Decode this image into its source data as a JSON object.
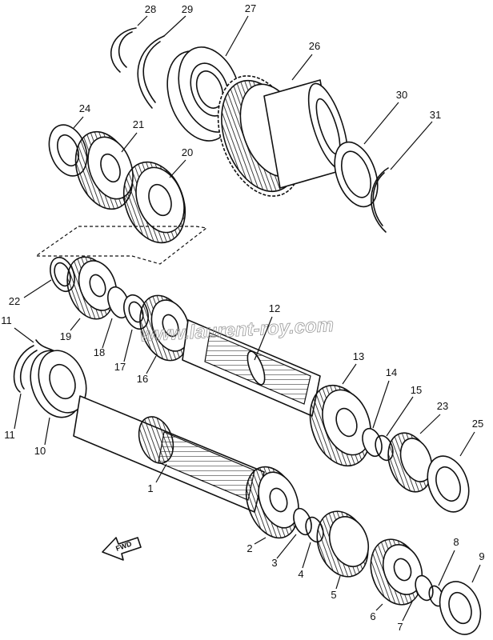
{
  "parts": [
    {
      "id": "p1",
      "label": "1"
    },
    {
      "id": "p2",
      "label": "2"
    },
    {
      "id": "p3",
      "label": "3"
    },
    {
      "id": "p4",
      "label": "4"
    },
    {
      "id": "p5",
      "label": "5"
    },
    {
      "id": "p6",
      "label": "6"
    },
    {
      "id": "p7",
      "label": "7"
    },
    {
      "id": "p8",
      "label": "8"
    },
    {
      "id": "p9",
      "label": "9"
    },
    {
      "id": "p10",
      "label": "10"
    },
    {
      "id": "p11a",
      "label": "11"
    },
    {
      "id": "p11b",
      "label": "11"
    },
    {
      "id": "p12",
      "label": "12"
    },
    {
      "id": "p13",
      "label": "13"
    },
    {
      "id": "p14",
      "label": "14"
    },
    {
      "id": "p15",
      "label": "15"
    },
    {
      "id": "p16",
      "label": "16"
    },
    {
      "id": "p17",
      "label": "17"
    },
    {
      "id": "p18",
      "label": "18"
    },
    {
      "id": "p19",
      "label": "19"
    },
    {
      "id": "p20",
      "label": "20"
    },
    {
      "id": "p21",
      "label": "21"
    },
    {
      "id": "p22",
      "label": "22"
    },
    {
      "id": "p23",
      "label": "23"
    },
    {
      "id": "p24",
      "label": "24"
    },
    {
      "id": "p25",
      "label": "25"
    },
    {
      "id": "p26",
      "label": "26"
    },
    {
      "id": "p27",
      "label": "27"
    },
    {
      "id": "p28",
      "label": "28"
    },
    {
      "id": "p29",
      "label": "29"
    },
    {
      "id": "p30",
      "label": "30"
    },
    {
      "id": "p31",
      "label": "31"
    }
  ],
  "watermark": "www.laurent-roy.com",
  "direction_arrow": {
    "text": "FWD",
    "icon": "arrow-left-icon"
  },
  "colors": {
    "ink": "#111111",
    "background": "#ffffff",
    "watermark": "#9a9a9a"
  }
}
